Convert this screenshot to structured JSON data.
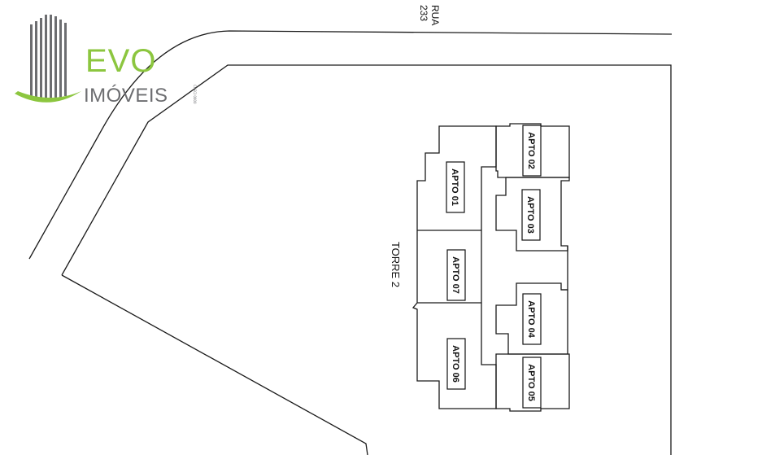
{
  "street": {
    "line1": "RUA",
    "line2": "233"
  },
  "tower": {
    "label": "TORRE 2"
  },
  "apartments": [
    "APTO 01",
    "APTO 02",
    "APTO 03",
    "APTO 04",
    "APTO 05",
    "APTO 06",
    "APTO 07"
  ],
  "logo": {
    "brand": "EVO",
    "sub": "IMÓVEIS",
    "tiny": "CRECI 0000",
    "colors": {
      "green": "#8cc63f",
      "gray": "#6d6e71"
    }
  }
}
